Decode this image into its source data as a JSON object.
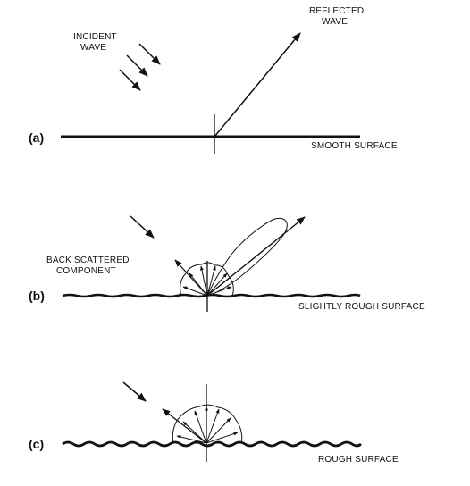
{
  "panels": [
    {
      "id": "a",
      "label": "(a)",
      "surface_label": "SMOOTH SURFACE",
      "incident_label": [
        "INCIDENT",
        "WAVE"
      ],
      "reflected_label": [
        "REFLECTED",
        "WAVE"
      ]
    },
    {
      "id": "b",
      "label": "(b)",
      "surface_label": "SLIGHTLY  ROUGH  SURFACE",
      "backscatter_label": [
        "BACK  SCATTERED",
        "COMPONENT"
      ]
    },
    {
      "id": "c",
      "label": "(c)",
      "surface_label": "ROUGH  SURFACE"
    }
  ],
  "colors": {
    "ink": "#111111",
    "background": "#ffffff"
  }
}
